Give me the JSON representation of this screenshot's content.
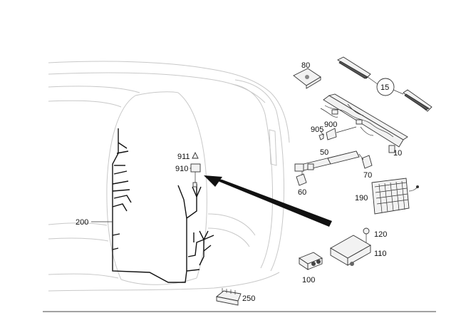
{
  "diagram": {
    "part_labels": [
      {
        "id": "p80",
        "text": "80"
      },
      {
        "id": "p15",
        "text": "15"
      },
      {
        "id": "p905",
        "text": "905"
      },
      {
        "id": "p900",
        "text": "900"
      },
      {
        "id": "p10",
        "text": "10"
      },
      {
        "id": "p50",
        "text": "50"
      },
      {
        "id": "p70",
        "text": "70"
      },
      {
        "id": "p60",
        "text": "60"
      },
      {
        "id": "p190",
        "text": "190"
      },
      {
        "id": "p911",
        "text": "911"
      },
      {
        "id": "p910",
        "text": "910"
      },
      {
        "id": "p200",
        "text": "200"
      },
      {
        "id": "p120",
        "text": "120"
      },
      {
        "id": "p110",
        "text": "110"
      },
      {
        "id": "p100",
        "text": "100"
      },
      {
        "id": "p250",
        "text": "250"
      }
    ],
    "colors": {
      "background": "#ffffff",
      "car_outline": "#c8c8c8",
      "harness": "#111111",
      "arrow": "#111111",
      "baseline": "#444444"
    }
  }
}
